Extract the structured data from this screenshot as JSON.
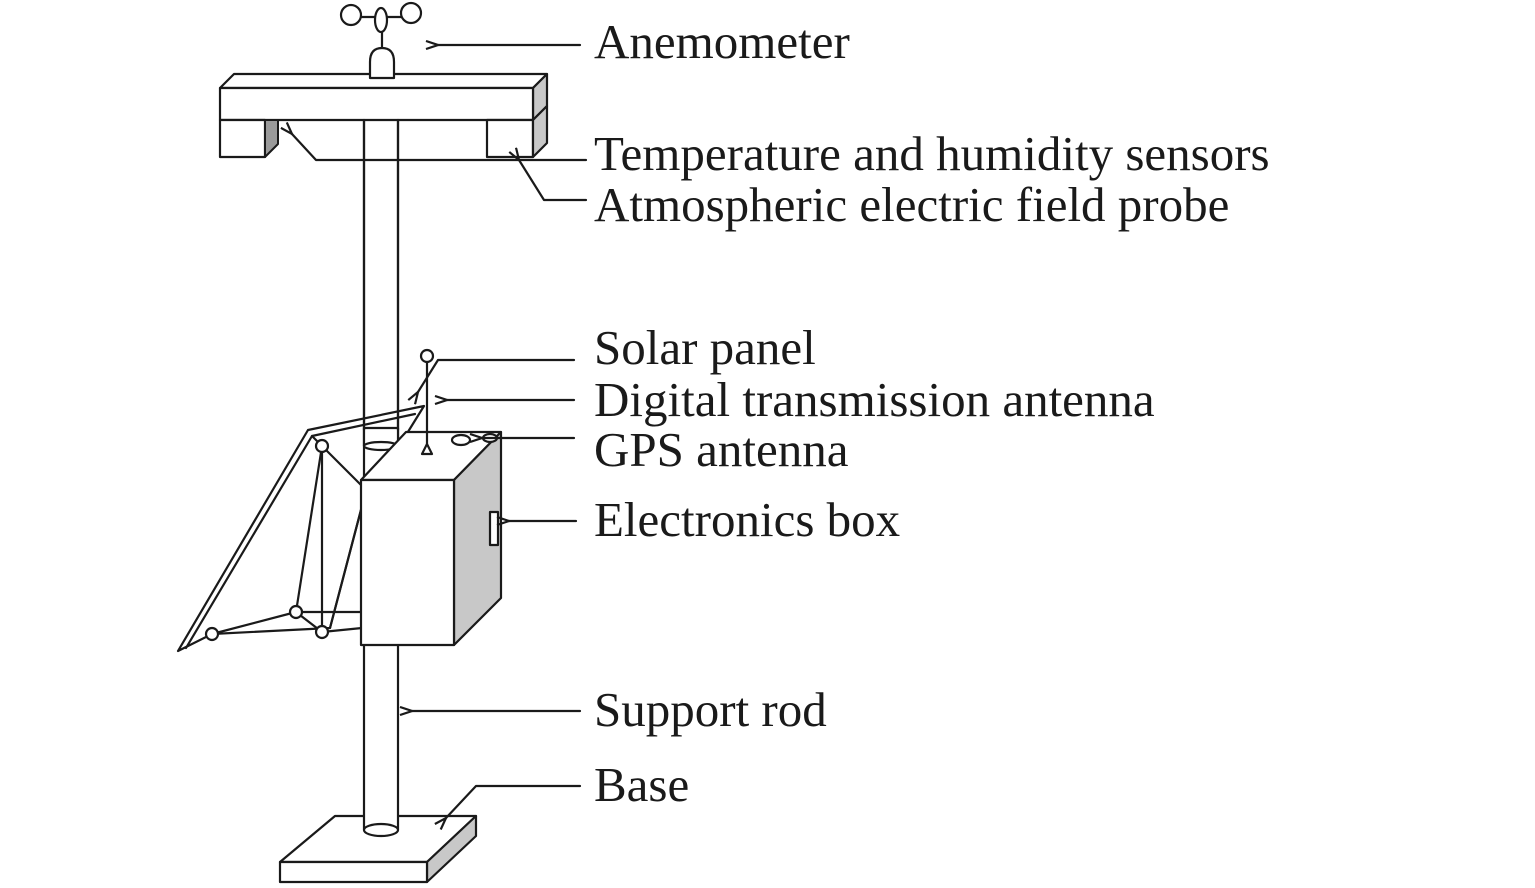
{
  "figure": {
    "labels": {
      "anemometer": "Anemometer",
      "temp_humidity": "Temperature and humidity sensors",
      "electric_field": "Atmospheric electric field probe",
      "solar_panel": "Solar panel",
      "digital_antenna": "Digital transmission antenna",
      "gps_antenna": "GPS antenna",
      "electronics_box": "Electronics box",
      "support_rod": "Support rod",
      "base": "Base"
    },
    "colors": {
      "line": "#1a1a1a",
      "background": "#ffffff",
      "shade_light": "#c8c8c8",
      "shade_dark": "#9a9a9a"
    }
  }
}
